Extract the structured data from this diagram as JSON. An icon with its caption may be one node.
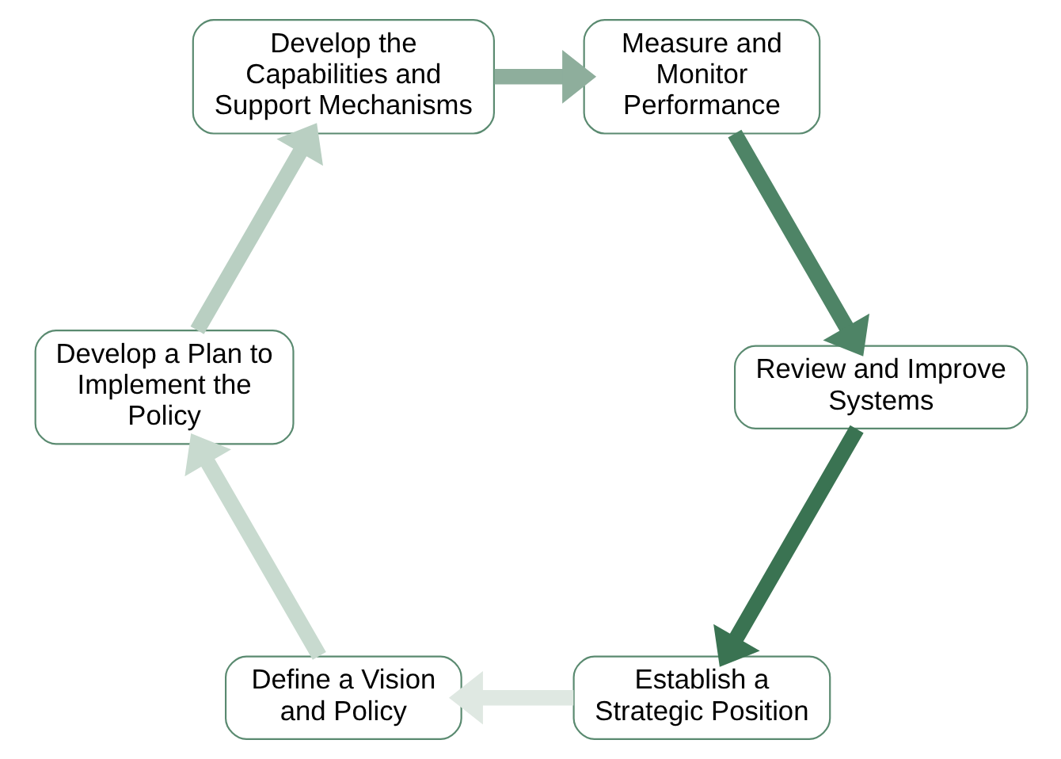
{
  "diagram": {
    "nodes": [
      {
        "text": [
          "Establish a Strategic Position"
        ]
      },
      {
        "text": [
          "Define a Vision and Policy"
        ]
      },
      {
        "text": [
          "Develop a Plan to Implement the Policy"
        ]
      },
      {
        "text": [
          "Develop the Capabilities and Support Mechanisms"
        ]
      },
      {
        "text": [
          "Measure and Monitor Performance"
        ]
      },
      {
        "text": [
          "Review and Improve Systems"
        ]
      }
    ],
    "edges": [
      {
        "from": 0,
        "to": 1,
        "arrow": "to",
        "color": "#dfe8e2"
      },
      {
        "from": 1,
        "to": 2,
        "arrow": "to",
        "color": "#c8dacf"
      },
      {
        "from": 2,
        "to": 3,
        "arrow": "to",
        "color": "#b9cfc2"
      },
      {
        "from": 3,
        "to": 4,
        "arrow": "to",
        "color": "#8eae9c"
      },
      {
        "from": 4,
        "to": 5,
        "arrow": "to",
        "color": "#4e8466"
      },
      {
        "from": 5,
        "to": 0,
        "arrow": "to",
        "color": "#3a7352"
      }
    ]
  }
}
